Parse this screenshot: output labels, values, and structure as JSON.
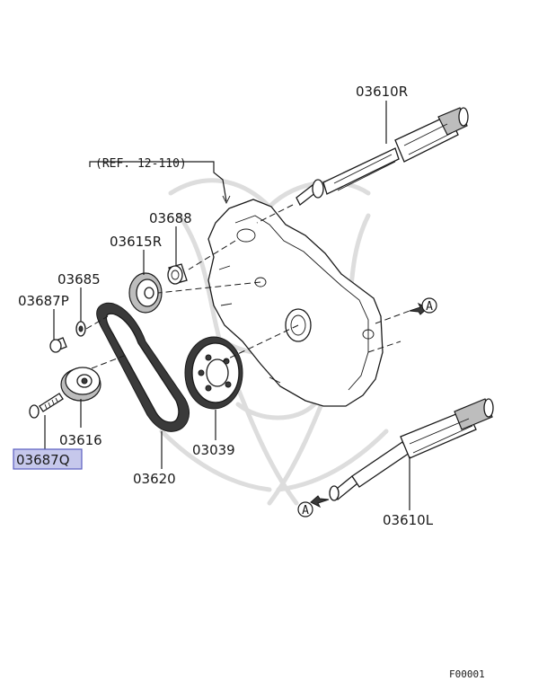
{
  "labels": {
    "shaft_right": "03610R",
    "ref": "(REF. 12-110)",
    "sprocket_bush": "03688",
    "sprocket_right": "03615R",
    "washer": "03685",
    "bolt_p": "03687P",
    "bolt_q": "03687Q",
    "tensioner_pulley": "03616",
    "timing_belt": "03620",
    "crank_sprocket": "03039",
    "shaft_left": "03610L",
    "arrow_a_right": "A",
    "arrow_a_left": "A"
  },
  "highlight": {
    "part": "03687Q",
    "fill": "#c6c8ec",
    "border": "#5a5ec0"
  },
  "footer": {
    "code": "F00001"
  }
}
